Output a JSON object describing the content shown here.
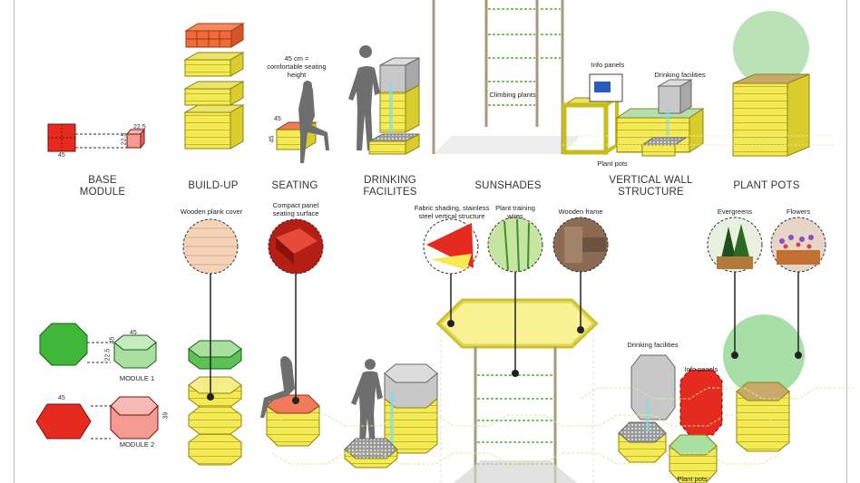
{
  "top_captions": {
    "base_module": "BASE\nMODULE",
    "build_up": "BUILD-UP",
    "seating": "SEATING",
    "drinking": "DRINKING\nFACILITES",
    "sunshades": "SUNSHADES",
    "vertical_wall": "VERTICAL WALL\nSTRUCTURE",
    "plant_pots": "PLANT POTS"
  },
  "top_labels": {
    "seating_height": "45 cm =\ncomfortable seating\nheight",
    "climbing_plants": "Climbing plants",
    "info_panels": "Info panels",
    "drinking_facilities": "Drinking facilities",
    "plant_pots": "Plant pots"
  },
  "dimensions": {
    "d45": "45",
    "d22_5": "22.5",
    "d39": "39"
  },
  "material_labels": {
    "wooden_plank_cover": "Wooden plank cover",
    "compact_panel": "Compact panel\nseating surface",
    "fabric_shading": "Fabric shading, stainless\nsteel vertical structure",
    "plant_training_wires": "Plant training\nwires",
    "wooden_frame": "Wooden frame",
    "evergreens": "Evergreens",
    "flowers": "Flowers"
  },
  "bottom_labels": {
    "module_1": "MODULE 1",
    "module_2": "MODULE 2",
    "drinking_facilities": "Drinking facilities",
    "info_panels": "Info panels",
    "plant_pots": "Plant pots"
  },
  "colors": {
    "yellow": "#f3ea55",
    "yellow_dark": "#c9bd1a",
    "red": "#e52b1f",
    "red_light": "#f39a93",
    "green": "#3fb83a",
    "green_light": "#a9e0a0",
    "orange": "#f06a3a",
    "soft_green": "#b3deb0",
    "gray_figure": "#6e6e6e"
  }
}
